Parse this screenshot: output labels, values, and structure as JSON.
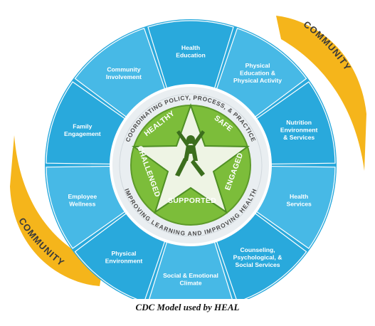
{
  "diagram": {
    "community_labels": [
      "COMMUNITY",
      "COMMUNITY"
    ],
    "outer_ring_top": "COORDINATING POLICY, PROCESS, & PRACTICE",
    "outer_ring_bottom": "IMPROVING LEARNING AND IMPROVING HEALTH",
    "segments": [
      {
        "lines": [
          "Health",
          "Education"
        ]
      },
      {
        "lines": [
          "Physical",
          "Education &",
          "Physical Activity"
        ]
      },
      {
        "lines": [
          "Nutrition",
          "Environment",
          "& Services"
        ]
      },
      {
        "lines": [
          "Health",
          "Services"
        ]
      },
      {
        "lines": [
          "Counseling,",
          "Psychological, &",
          "Social Services"
        ]
      },
      {
        "lines": [
          "Social & Emotional",
          "Climate"
        ]
      },
      {
        "lines": [
          "Physical",
          "Environment"
        ]
      },
      {
        "lines": [
          "Employee",
          "Wellness"
        ]
      },
      {
        "lines": [
          "Family",
          "Engagement"
        ]
      },
      {
        "lines": [
          "Community",
          "Involvement"
        ]
      }
    ],
    "star_words": {
      "top_left": "HEALTHY",
      "top_right": "SAFE",
      "right": "ENGAGED",
      "bottom": "SUPPORTED",
      "left": "CHALLENGED"
    },
    "colors": {
      "community_gold": "#f5b51b",
      "segment_blue": "#29a9dc",
      "segment_blue_alt": "#47b9e6",
      "star_green": "#7cbd3a",
      "star_dark_green": "#4f8f25",
      "silhouette": "#3c6e1d"
    }
  },
  "caption": "CDC Model used by HEAL"
}
